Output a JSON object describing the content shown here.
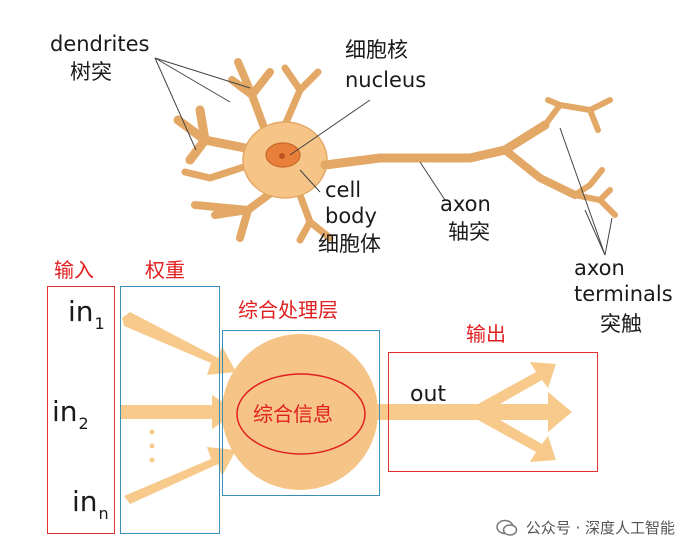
{
  "neuron": {
    "dendrites_en": "dendrites",
    "dendrites_zh": "树突",
    "nucleus_zh": "细胞核",
    "nucleus_en": "nucleus",
    "cell_body_en_1": "cell",
    "cell_body_en_2": "body",
    "cell_body_zh": "细胞体",
    "axon_en": "axon",
    "axon_zh": "轴突",
    "axon_terminals_en_1": "axon",
    "axon_terminals_en_2": "terminals",
    "axon_terminals_zh": "突触"
  },
  "model": {
    "input_label": "输入",
    "weights_label": "权重",
    "processing_label": "综合处理层",
    "output_label": "输出",
    "in1": "in",
    "in1_sub": "1",
    "in2": "in",
    "in2_sub": "2",
    "inn": "in",
    "inn_sub": "n",
    "center_text": "综合信息",
    "out_text": "out"
  },
  "watermark": "公众号 · 深度人工智能",
  "colors": {
    "neuron_fill": "#f5c486",
    "neuron_stroke": "#e0a060",
    "arrow": "#f7c98a",
    "circle": "#f5c486",
    "red": "#e03030",
    "blue": "#3a8fb7"
  }
}
